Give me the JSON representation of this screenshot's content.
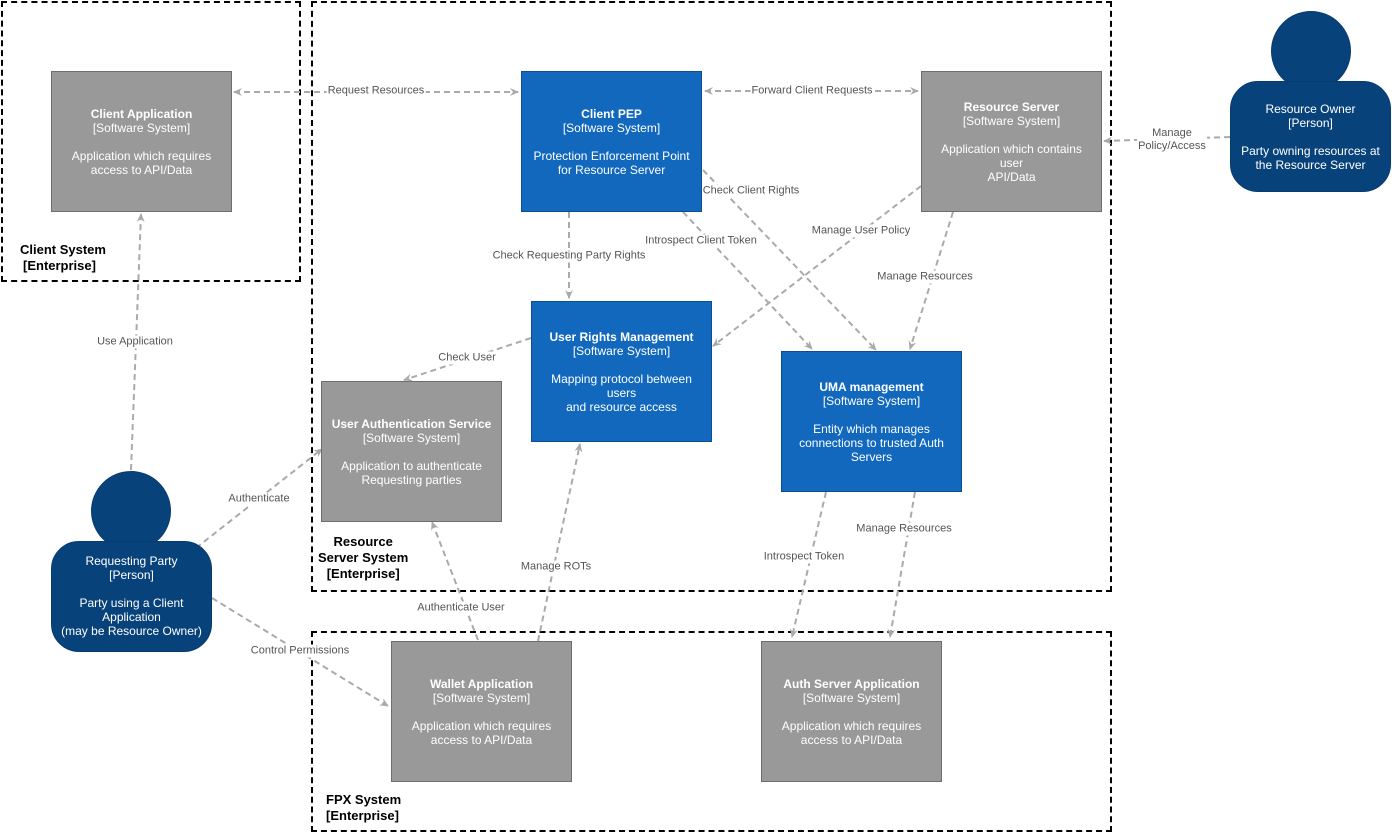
{
  "boundaries": {
    "client": {
      "name": "Client System",
      "type": "[Enterprise]"
    },
    "resource": {
      "name1": "Resource",
      "name2": "Server System",
      "type": "[Enterprise]"
    },
    "fpx": {
      "name": "FPX System",
      "type": "[Enterprise]"
    }
  },
  "systems": {
    "client_app": {
      "title": "Client Application",
      "type": "[Software System]",
      "desc1": "Application which requires",
      "desc2": "access to API/Data"
    },
    "client_pep": {
      "title": "Client PEP",
      "type": "[Software System]",
      "desc1": "Protection Enforcement Point",
      "desc2": "for Resource Server"
    },
    "resource_server": {
      "title": "Resource Server",
      "type": "[Software System]",
      "desc1": "Application which contains user",
      "desc2": "API/Data"
    },
    "user_rights": {
      "title": "User Rights Management",
      "type": "[Software System]",
      "desc1": "Mapping protocol between users",
      "desc2": "and resource access"
    },
    "uma": {
      "title": "UMA management",
      "type": "[Software System]",
      "desc1": "Entity which manages",
      "desc2": "connections to trusted Auth",
      "desc3": "Servers"
    },
    "user_auth": {
      "title": "User Authentication Service",
      "type": "[Software System]",
      "desc1": "Application to authenticate",
      "desc2": "Requesting parties"
    },
    "wallet": {
      "title": "Wallet Application",
      "type": "[Software System]",
      "desc1": "Application which requires",
      "desc2": "access to API/Data"
    },
    "auth_server": {
      "title": "Auth Server Application",
      "type": "[Software System]",
      "desc1": "Application which requires",
      "desc2": "access to API/Data"
    }
  },
  "persons": {
    "resource_owner": {
      "title": "Resource Owner",
      "type": "[Person]",
      "desc1": "Party owning resources at",
      "desc2": "the Resource Server"
    },
    "requesting_party": {
      "title": "Requesting Party",
      "type": "[Person]",
      "desc1": "Party using a Client",
      "desc2": "Application",
      "desc3": "(may be Resource Owner)"
    }
  },
  "edges": {
    "request_resources": "Request Resources",
    "forward_client_requests": "Forward Client Requests",
    "manage_policy_1": "Manage",
    "manage_policy_2": "Policy/Access",
    "check_client_rights": "Check Client Rights",
    "introspect_client_token": "Introspect Client Token",
    "manage_user_policy": "Manage User Policy",
    "check_requesting_party_rights": "Check Requesting Party Rights",
    "manage_resources_1": "Manage Resources",
    "check_user": "Check User",
    "use_application": "Use Application",
    "authenticate": "Authenticate",
    "manage_rots": "Manage ROTs",
    "introspect_token": "Introspect Token",
    "manage_resources_2": "Manage Resources",
    "authenticate_user": "Authenticate User",
    "control_permissions": "Control Permissions"
  },
  "colors": {
    "gray_system": "#999999",
    "blue_system": "#1168bd",
    "person": "#08427b",
    "edge": "#aaaaaa"
  }
}
